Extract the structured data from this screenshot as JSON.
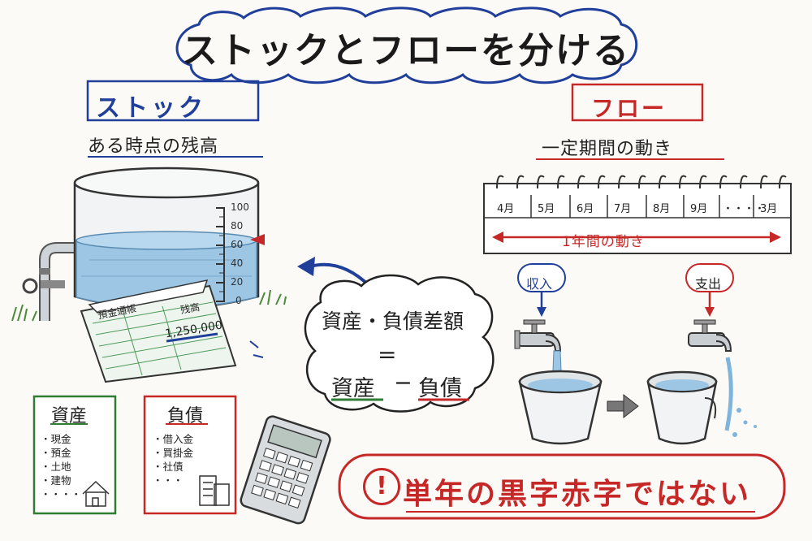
{
  "title": "ストックとフローを分ける",
  "stock": {
    "heading": "ストック",
    "subtitle": "ある時点の残高",
    "tank_scale": [
      "100",
      "80",
      "60",
      "40",
      "20",
      "0"
    ],
    "tank_level_value": 60,
    "passbook": {
      "title": "預金通帳",
      "balance_label": "残高",
      "balance_value": "1,250,000"
    }
  },
  "equation": {
    "line1": "資産・負債差額",
    "equals": "=",
    "assets": "資産",
    "minus": "−",
    "liabilities": "負債"
  },
  "flow": {
    "heading": "フロー",
    "subtitle": "一定期間の動き",
    "months": [
      "4月",
      "5月",
      "6月",
      "7月",
      "8月",
      "9月",
      "・・・・",
      "3月"
    ],
    "span_label": "1年間の動き",
    "income_label": "収入",
    "expense_label": "支出"
  },
  "assets_card": {
    "heading": "資産",
    "items": [
      "・現金",
      "・預金",
      "・土地",
      "・建物",
      "・・・・"
    ]
  },
  "liabilities_card": {
    "heading": "負債",
    "items": [
      "・借入金",
      "・買掛金",
      "・社債",
      "・・・"
    ]
  },
  "warning": {
    "icon": "!",
    "text": "単年の黒字赤字ではない"
  },
  "colors": {
    "blue": "#1f3f9a",
    "red": "#c62828",
    "green": "#2e7d32",
    "water": "#9cc6e4"
  }
}
